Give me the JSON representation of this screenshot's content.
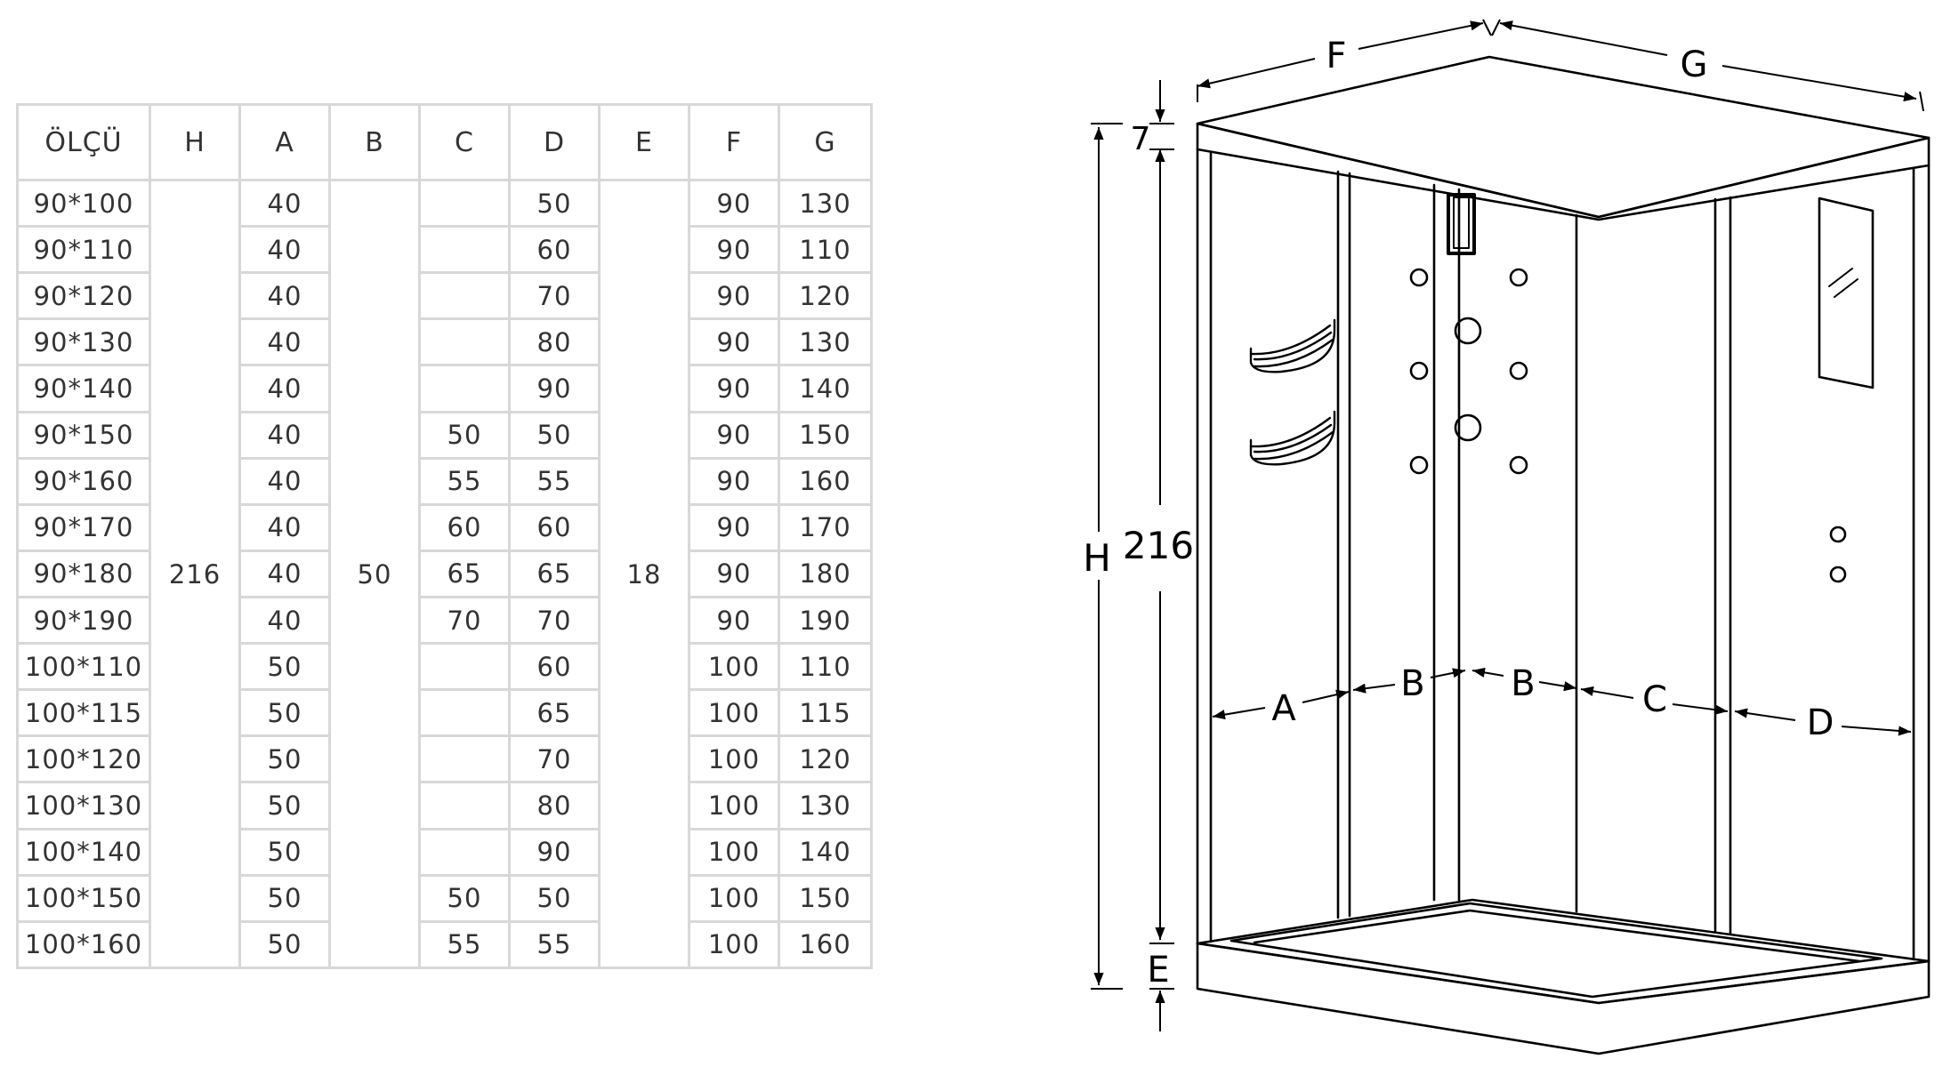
{
  "table": {
    "headers": [
      "ÖLÇÜ",
      "H",
      "A",
      "B",
      "C",
      "D",
      "E",
      "F",
      "G"
    ],
    "merged": {
      "H": "216",
      "B": "50",
      "E": "18"
    },
    "rows": [
      {
        "size": "90*100",
        "A": "40",
        "C": "",
        "D": "50",
        "F": "90",
        "G": "130"
      },
      {
        "size": "90*110",
        "A": "40",
        "C": "",
        "D": "60",
        "F": "90",
        "G": "110"
      },
      {
        "size": "90*120",
        "A": "40",
        "C": "",
        "D": "70",
        "F": "90",
        "G": "120"
      },
      {
        "size": "90*130",
        "A": "40",
        "C": "",
        "D": "80",
        "F": "90",
        "G": "130"
      },
      {
        "size": "90*140",
        "A": "40",
        "C": "",
        "D": "90",
        "F": "90",
        "G": "140"
      },
      {
        "size": "90*150",
        "A": "40",
        "C": "50",
        "D": "50",
        "F": "90",
        "G": "150"
      },
      {
        "size": "90*160",
        "A": "40",
        "C": "55",
        "D": "55",
        "F": "90",
        "G": "160"
      },
      {
        "size": "90*170",
        "A": "40",
        "C": "60",
        "D": "60",
        "F": "90",
        "G": "170"
      },
      {
        "size": "90*180",
        "A": "40",
        "C": "65",
        "D": "65",
        "F": "90",
        "G": "180"
      },
      {
        "size": "90*190",
        "A": "40",
        "C": "70",
        "D": "70",
        "F": "90",
        "G": "190"
      },
      {
        "size": "100*110",
        "A": "50",
        "C": "",
        "D": "60",
        "F": "100",
        "G": "110"
      },
      {
        "size": "100*115",
        "A": "50",
        "C": "",
        "D": "65",
        "F": "100",
        "G": "115"
      },
      {
        "size": "100*120",
        "A": "50",
        "C": "",
        "D": "70",
        "F": "100",
        "G": "120"
      },
      {
        "size": "100*130",
        "A": "50",
        "C": "",
        "D": "80",
        "F": "100",
        "G": "130"
      },
      {
        "size": "100*140",
        "A": "50",
        "C": "",
        "D": "90",
        "F": "100",
        "G": "140"
      },
      {
        "size": "100*150",
        "A": "50",
        "C": "50",
        "D": "50",
        "F": "100",
        "G": "150"
      },
      {
        "size": "100*160",
        "A": "50",
        "C": "55",
        "D": "55",
        "F": "100",
        "G": "160"
      }
    ]
  },
  "diagram": {
    "labels": {
      "F": "F",
      "G": "G",
      "H": "H",
      "E": "E",
      "A": "A",
      "B": "B",
      "C": "C",
      "D": "D",
      "height_value": "216",
      "top_value": "7"
    }
  }
}
